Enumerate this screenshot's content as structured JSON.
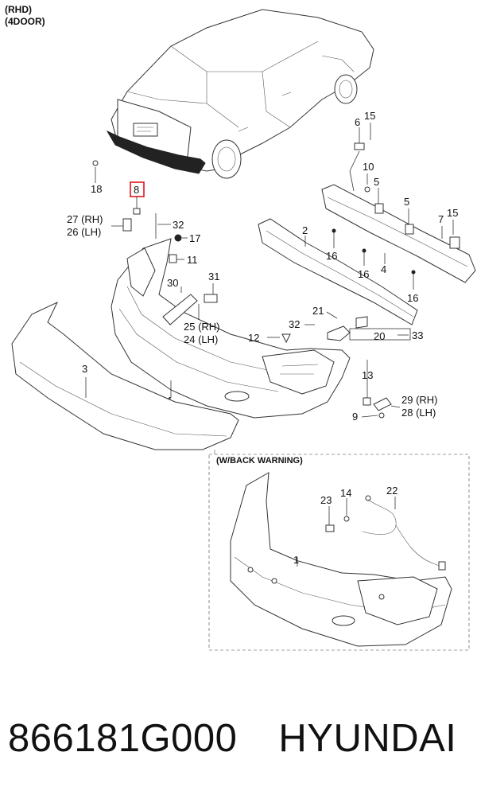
{
  "header": {
    "line1": "(RHD)",
    "line2": "(4DOOR)"
  },
  "inset": {
    "title": "(W/BACK WARNING)"
  },
  "callouts": {
    "c1": "1",
    "c1b": "1",
    "c2": "2",
    "c3": "3",
    "c4": "4",
    "c5a": "5",
    "c5b": "5",
    "c6": "6",
    "c7": "7",
    "c8": "8",
    "c9": "9",
    "c10": "10",
    "c11": "11",
    "c12a": "12",
    "c12b": "12",
    "c13": "13",
    "c14": "14",
    "c15a": "15",
    "c15b": "15",
    "c16a": "16",
    "c16b": "16",
    "c16c": "16",
    "c17": "17",
    "c18": "18",
    "c20": "20",
    "c21": "21",
    "c22": "22",
    "c23": "23",
    "c24": "24 (LH)",
    "c25": "25 (RH)",
    "c26": "26 (LH)",
    "c27": "27 (RH)",
    "c28": "28 (LH)",
    "c29": "29 (RH)",
    "c30": "30",
    "c31": "31",
    "c32a": "32",
    "c32b": "32",
    "c33": "33"
  },
  "footer": {
    "part_number": "866181G000",
    "brand": "HYUNDAI"
  },
  "colors": {
    "highlight": "#e0141e",
    "line": "#333333"
  }
}
